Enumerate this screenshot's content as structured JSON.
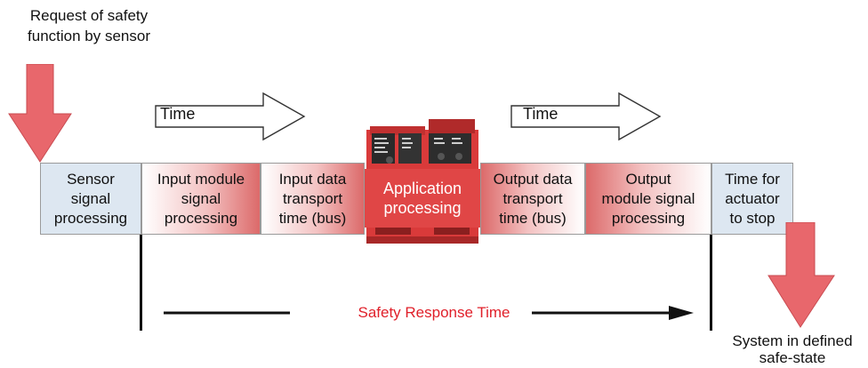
{
  "labels": {
    "request": [
      "Request of safety",
      "function by sensor"
    ],
    "system": [
      "System in defined",
      "safe-state"
    ],
    "time_left": "Time",
    "time_right": "Time",
    "safety_response_time": "Safety Response Time"
  },
  "steps": [
    {
      "lines": [
        "Sensor",
        "signal",
        "processing"
      ],
      "style": "blue"
    },
    {
      "lines": [
        "Input module",
        "signal",
        "processing"
      ],
      "style": "gradient-to-red"
    },
    {
      "lines": [
        "Input data",
        "transport",
        "time (bus)"
      ],
      "style": "gradient-to-red"
    },
    {
      "lines": [
        "Application",
        "processing"
      ],
      "style": "red"
    },
    {
      "lines": [
        "Output data",
        "transport",
        "time (bus)"
      ],
      "style": "gradient-from-red"
    },
    {
      "lines": [
        "Output",
        "module signal",
        "processing"
      ],
      "style": "gradient-from-red"
    },
    {
      "lines": [
        "Time for",
        "actuator",
        "to stop"
      ],
      "style": "blue"
    }
  ],
  "colors": {
    "arrow_red": "#e8676c",
    "app_red": "#e04646",
    "step_blue": "#dde7f1",
    "srt_red": "#e0202a"
  }
}
